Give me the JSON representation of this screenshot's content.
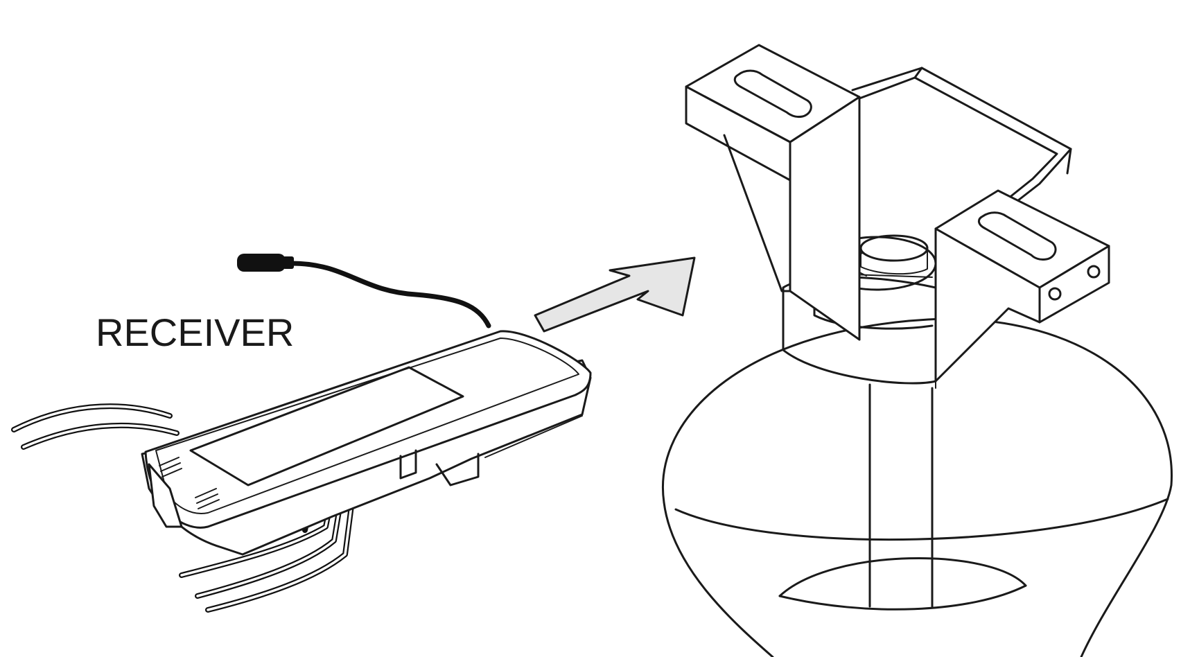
{
  "labels": {
    "receiver": "RECEIVER"
  },
  "components": {
    "receiver_device": "receiver",
    "arrow": "insert-direction-arrow",
    "fan_mount": "ceiling-fan-mounting-bracket-and-canopy"
  },
  "colors": {
    "line": "#1a1a1a",
    "arrow_fill": "#e6e6e6",
    "background": "#ffffff"
  }
}
